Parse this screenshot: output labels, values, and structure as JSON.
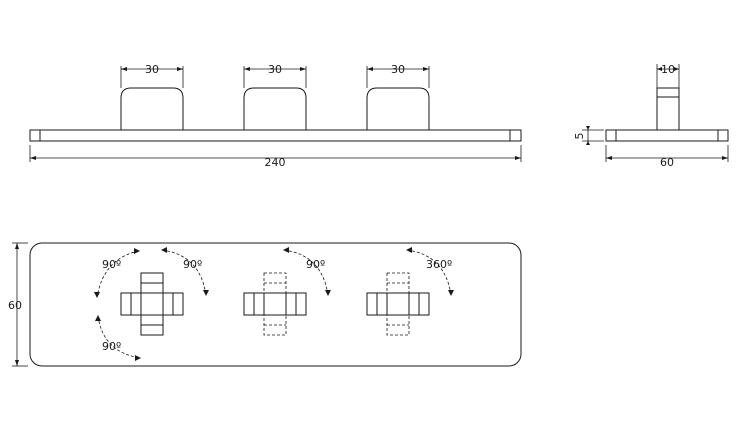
{
  "front_view": {
    "handle_width_labels": [
      "30",
      "30",
      "30"
    ],
    "overall_length_label": "240"
  },
  "side_view": {
    "handle_depth_label": "10",
    "plate_thickness_label": "5",
    "plate_depth_label": "60"
  },
  "top_view": {
    "plate_height_label": "60",
    "rotation_labels": {
      "valve1_upper_left": "90º",
      "valve1_upper_right": "90º",
      "valve1_lower_left": "90º",
      "valve2_upper_right": "90º",
      "valve3_upper_right": "360º"
    }
  },
  "colors": {
    "line": "#1a1a1a",
    "background": "#ffffff"
  }
}
